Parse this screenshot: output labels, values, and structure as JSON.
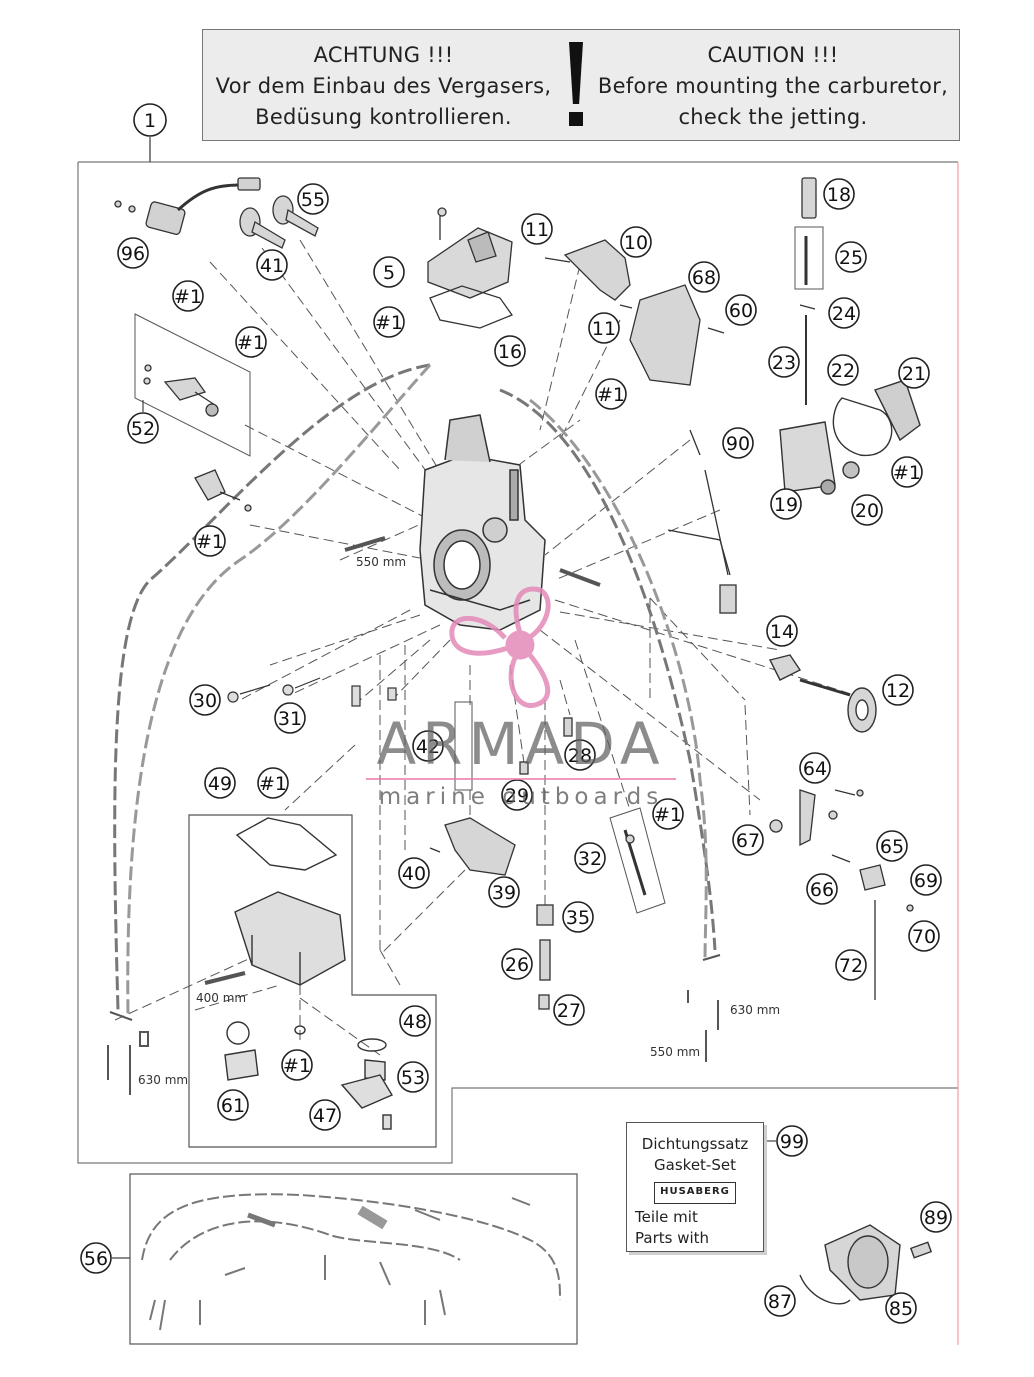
{
  "notice": {
    "de_title": "ACHTUNG !!!",
    "de_line1": "Vor dem Einbau des Vergasers,",
    "de_line2": "Bedüsung kontrollieren.",
    "en_title": "CAUTION !!!",
    "en_line1": "Before mounting the carburetor,",
    "en_line2": "check the jetting."
  },
  "watermark": {
    "title": "ARMADA",
    "subtitle": "marine outboards",
    "accent_color": "#e48ab8"
  },
  "gasket_set": {
    "line1": "Dichtungssatz",
    "line2": "Gasket-Set",
    "logo": "HUSABERG",
    "line3": "Teile mit",
    "line4": "Parts with"
  },
  "hose_lengths": {
    "h550_left": "550 mm",
    "h630_right": "630 mm",
    "h550_right": "550 mm",
    "h400": "400 mm",
    "h630_left": "630 mm"
  },
  "callouts": {
    "c1": "1",
    "c96": "96",
    "c41": "41",
    "c55": "55",
    "c5": "5",
    "c11a": "11",
    "c10": "10",
    "c68": "68",
    "c60": "60",
    "c11b": "11",
    "c18": "18",
    "c25": "25",
    "c24": "24",
    "c23": "23",
    "c22": "22",
    "c21": "21",
    "c1a": "#1",
    "c1b": "#1",
    "c1c": "#1",
    "c1d": "#1",
    "c1e": "#1",
    "c1f": "#1",
    "c1g": "#1",
    "c1h": "#1",
    "c1i": "#1",
    "c52": "52",
    "c16": "16",
    "c90": "90",
    "c19": "19",
    "c20": "20",
    "c14": "14",
    "c12": "12",
    "c30": "30",
    "c31": "31",
    "c42": "42",
    "c28": "28",
    "c29": "29",
    "c49": "49",
    "c64": "64",
    "c67": "67",
    "c65": "65",
    "c66": "66",
    "c69": "69",
    "c70": "70",
    "c72": "72",
    "c32": "32",
    "c40": "40",
    "c39": "39",
    "c35": "35",
    "c26": "26",
    "c27": "27",
    "c48": "48",
    "c53": "53",
    "c61": "61",
    "c47": "47",
    "c99": "99",
    "c56": "56",
    "c89": "89",
    "c87": "87",
    "c85": "85",
    "g1": "#1"
  }
}
